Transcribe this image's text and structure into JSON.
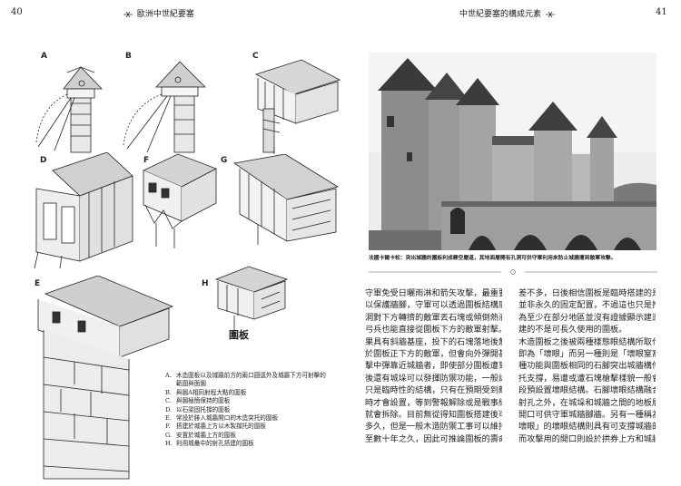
{
  "header": {
    "left_page_number": "40",
    "left_running_title": "歐洲中世紀要塞",
    "right_running_title": "中世紀要塞的構成元素",
    "right_page_number": "41"
  },
  "figure_labels": [
    "A",
    "B",
    "C",
    "D",
    "F",
    "G",
    "E",
    "H"
  ],
  "legend": {
    "title": "圍板",
    "items": [
      {
        "letter": "A.",
        "lines": [
          "木造圍板以及城牆前方的兩口圓弧外及城牆下方可射擊的",
          "範圍與面圖"
        ]
      },
      {
        "letter": "B.",
        "lines": [
          "與圖A相同射程大點的圍板"
        ]
      },
      {
        "letter": "C.",
        "lines": [
          "與圖極簡保持的圍板"
        ]
      },
      {
        "letter": "D.",
        "lines": [
          "以石梁固托撐的圍板"
        ]
      },
      {
        "letter": "E.",
        "lines": [
          "常設於腓入城牆開口的木造突托的圍板"
        ]
      },
      {
        "letter": "F.",
        "lines": [
          "搭建於城牆上方以木製撐托的圍板"
        ]
      },
      {
        "letter": "G.",
        "lines": [
          "安置於城牆上方的圍板"
        ]
      },
      {
        "letter": "H.",
        "lines": [
          "利用城壘中的射孔搭建的圍板"
        ]
      }
    ]
  },
  "photo": {
    "caption": "法國卡爾卡松：突出城牆的圍板利成懸空嚴道，其地面層開有孔洞可供守軍利用來防止城牆遭到敵軍攻擊。"
  },
  "body_text": {
    "column1": [
      "守軍免受日曬雨淋和箭矢攻擊，最重要的是可",
      "以保護牆腳，守軍可以透過圍板結構底部的孔",
      "洞對下方轉擠的敵軍丟石塊或傾倒熱液攻擊，",
      "弓兵也能直接從圍板下方的敵軍射擊。城牆如",
      "果具有斜牆基座，投下的石塊落地後無法瞬中位",
      "於圍板正下方的敵軍，但會向外彈開甚至是以",
      "擊中彈靠近城牆者，即使部分圍板遭到摧毀，其",
      "後還有城垛可以發揮防禦功能，一般認為圍板",
      "只是臨時性的結構，只有在預期受到敵軍威脅",
      "時才會設置，等到警報解除或是戰事結束通常",
      "就會拆除。目前無從得知圍板搭建後可以使用",
      "多久，但是一般木造防禦工事可以維持數年甚",
      "至數十年之久，因此可推論圍板的壽命應該相"
    ],
    "column2": [
      "差不多，日後相信圍板是臨時搭建的是考量其",
      "並非永久的固定配置，不過這也只是推論，因",
      "為至少在部分地區並沒有證據顯示建造者想搭",
      "建的不是可長久使用的圍板。",
      "木造圍板之後被兩種樣態眼結構所取代，一種",
      "即為「壞眼」而另一種則是「壞眼窒窩」，這",
      "種功能與圍板相同的石腳突出城牆構件利用石造突",
      "托支撐，易遭或遭石塊槍擊樣貌一般會整段或有一長",
      "段預設置壞眼結構。石腳壞眼結構融合「城垛和",
      "射孔之外，在城垛和城牆之間的地板層也具有",
      "開口可供守軍城牆腳牆。另有一種稱為「拱上",
      "壞眼」的壞眼結構則具有可支撐城牆的拱券，",
      "而攻擊用的開口則設於拱券上方和城牆之間。"
    ]
  }
}
